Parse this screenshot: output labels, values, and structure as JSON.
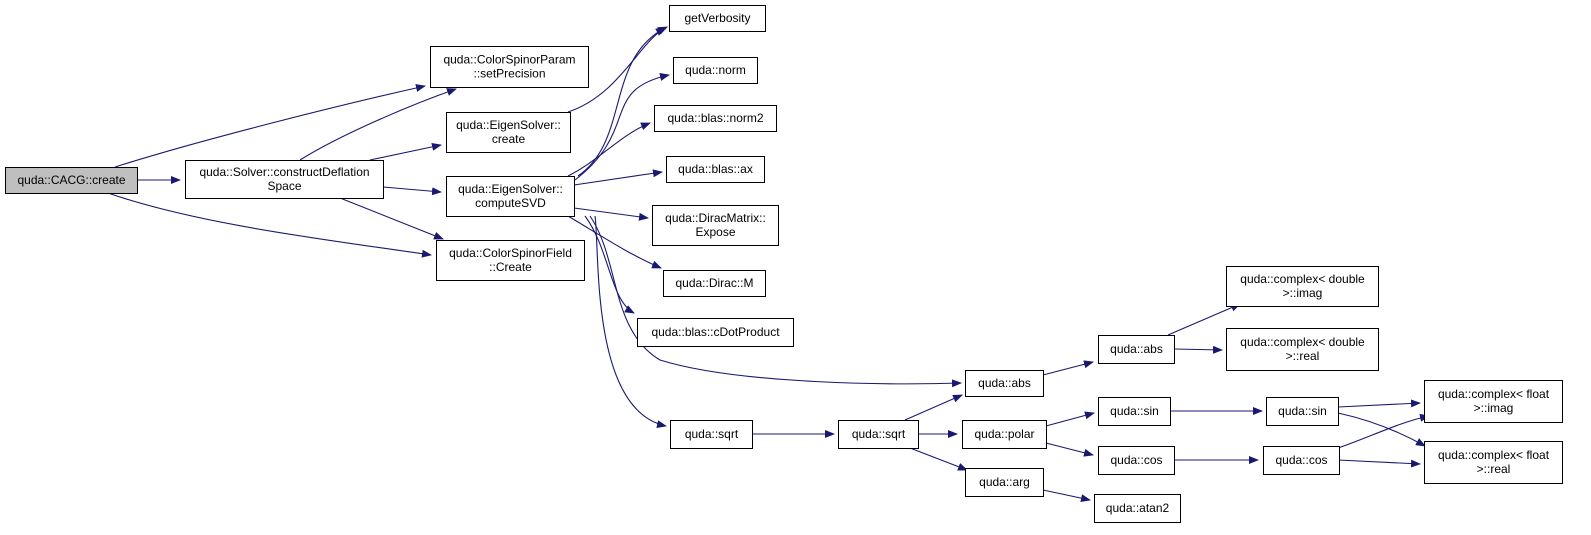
{
  "colors": {
    "edge": "#191970",
    "root_fill": "#bfbfbf",
    "node_fill": "#ffffff",
    "node_border": "#000000"
  },
  "nodes": {
    "cacg_create": {
      "lines": [
        "quda::CACG::create"
      ]
    },
    "colorspinorparam_setprecision": {
      "lines": [
        "quda::ColorSpinorParam",
        "::setPrecision"
      ]
    },
    "solver_constructdeflationspace": {
      "lines": [
        "quda::Solver::constructDeflation",
        "Space"
      ]
    },
    "colorspinorfield_create": {
      "lines": [
        "quda::ColorSpinorField",
        "::Create"
      ]
    },
    "eigensolver_create": {
      "lines": [
        "quda::EigenSolver::",
        "create"
      ]
    },
    "eigensolver_computesvd": {
      "lines": [
        "quda::EigenSolver::",
        "computeSVD"
      ]
    },
    "getverbosity": {
      "lines": [
        "getVerbosity"
      ]
    },
    "norm": {
      "lines": [
        "quda::norm"
      ]
    },
    "blas_norm2": {
      "lines": [
        "quda::blas::norm2"
      ]
    },
    "blas_ax": {
      "lines": [
        "quda::blas::ax"
      ]
    },
    "diracmatrix_expose": {
      "lines": [
        "quda::DiracMatrix::",
        "Expose"
      ]
    },
    "dirac_m": {
      "lines": [
        "quda::Dirac::M"
      ]
    },
    "blas_cdotproduct": {
      "lines": [
        "quda::blas::cDotProduct"
      ]
    },
    "sqrt1": {
      "lines": [
        "quda::sqrt"
      ]
    },
    "sqrt2": {
      "lines": [
        "quda::sqrt"
      ]
    },
    "abs1": {
      "lines": [
        "quda::abs"
      ]
    },
    "abs2": {
      "lines": [
        "quda::abs"
      ]
    },
    "polar": {
      "lines": [
        "quda::polar"
      ]
    },
    "arg": {
      "lines": [
        "quda::arg"
      ]
    },
    "sin1": {
      "lines": [
        "quda::sin"
      ]
    },
    "sin2": {
      "lines": [
        "quda::sin"
      ]
    },
    "cos1": {
      "lines": [
        "quda::cos"
      ]
    },
    "cos2": {
      "lines": [
        "quda::cos"
      ]
    },
    "atan2": {
      "lines": [
        "quda::atan2"
      ]
    },
    "complex_double_imag": {
      "lines": [
        "quda::complex< double",
        ">::imag"
      ]
    },
    "complex_double_real": {
      "lines": [
        "quda::complex< double",
        ">::real"
      ]
    },
    "complex_float_imag": {
      "lines": [
        "quda::complex< float",
        ">::imag"
      ]
    },
    "complex_float_real": {
      "lines": [
        "quda::complex< float",
        ">::real"
      ]
    }
  },
  "edges": [
    [
      "cacg_create",
      "colorspinorparam_setprecision"
    ],
    [
      "cacg_create",
      "solver_constructdeflationspace"
    ],
    [
      "cacg_create",
      "colorspinorfield_create"
    ],
    [
      "solver_constructdeflationspace",
      "colorspinorparam_setprecision"
    ],
    [
      "solver_constructdeflationspace",
      "eigensolver_create"
    ],
    [
      "solver_constructdeflationspace",
      "eigensolver_computesvd"
    ],
    [
      "solver_constructdeflationspace",
      "colorspinorfield_create"
    ],
    [
      "eigensolver_create",
      "getverbosity"
    ],
    [
      "eigensolver_computesvd",
      "getverbosity"
    ],
    [
      "eigensolver_computesvd",
      "norm"
    ],
    [
      "eigensolver_computesvd",
      "blas_norm2"
    ],
    [
      "eigensolver_computesvd",
      "blas_ax"
    ],
    [
      "eigensolver_computesvd",
      "diracmatrix_expose"
    ],
    [
      "eigensolver_computesvd",
      "dirac_m"
    ],
    [
      "eigensolver_computesvd",
      "blas_cdotproduct"
    ],
    [
      "eigensolver_computesvd",
      "abs1"
    ],
    [
      "eigensolver_computesvd",
      "sqrt1"
    ],
    [
      "sqrt1",
      "sqrt2"
    ],
    [
      "sqrt2",
      "abs1"
    ],
    [
      "sqrt2",
      "polar"
    ],
    [
      "sqrt2",
      "arg"
    ],
    [
      "abs1",
      "abs2"
    ],
    [
      "abs2",
      "complex_double_imag"
    ],
    [
      "abs2",
      "complex_double_real"
    ],
    [
      "polar",
      "sin1"
    ],
    [
      "polar",
      "cos1"
    ],
    [
      "arg",
      "atan2"
    ],
    [
      "sin1",
      "sin2"
    ],
    [
      "cos1",
      "cos2"
    ],
    [
      "sin2",
      "complex_float_imag"
    ],
    [
      "sin2",
      "complex_float_real"
    ],
    [
      "cos2",
      "complex_float_imag"
    ],
    [
      "cos2",
      "complex_float_real"
    ]
  ]
}
